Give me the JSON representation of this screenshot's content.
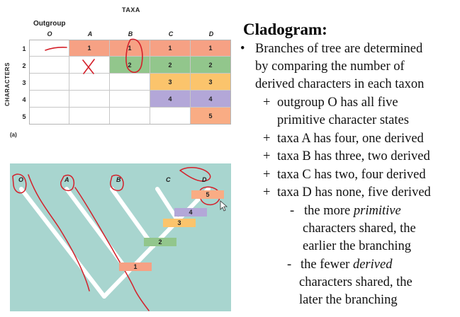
{
  "table": {
    "taxa_title": "TAXA",
    "outgroup_label": "Outgroup",
    "characters_label": "CHARACTERS",
    "columns": [
      "O",
      "A",
      "B",
      "C",
      "D"
    ],
    "rows": [
      "1",
      "2",
      "3",
      "4",
      "5"
    ],
    "cells": [
      [
        "",
        "1",
        "1",
        "1",
        "1"
      ],
      [
        "",
        "",
        "2",
        "2",
        "2"
      ],
      [
        "",
        "",
        "",
        "3",
        "3"
      ],
      [
        "",
        "",
        "",
        "4",
        "4"
      ],
      [
        "",
        "",
        "",
        "",
        "5"
      ]
    ],
    "fig_label": "(a)"
  },
  "cladogram": {
    "taxa": [
      "O",
      "A",
      "B",
      "C",
      "D"
    ],
    "markers": [
      "1",
      "2",
      "3",
      "4",
      "5"
    ]
  },
  "colors": {
    "char1": "#f6a184",
    "char2": "#92c68c",
    "char3": "#fbc46c",
    "char4": "#b3a7d8",
    "char5": "#f9ac84",
    "panel_bg": "#a8d5cf",
    "annotation_red": "#d4202a"
  },
  "slide": {
    "title": "Cladogram:",
    "bullet_symbol": "•",
    "bullet_lines": [
      "Branches of tree are determined",
      "by comparing the number of",
      "derived characters in each taxon"
    ],
    "plus_symbol": "+",
    "plus_items": [
      {
        "line1": "outgroup O has all five",
        "line2": "primitive character states"
      },
      {
        "line1": "taxa A has four, one derived"
      },
      {
        "line1": "taxa B has three, two derived"
      },
      {
        "line1": "taxa C has two, four derived"
      },
      {
        "line1": "taxa D has none, five derived"
      }
    ],
    "dash_symbol": "-",
    "dash_items": [
      {
        "pre": "the more ",
        "em": "primitive",
        "post": "",
        "line2": "characters shared, the",
        "line3": "earlier the branching"
      },
      {
        "pre": "the fewer ",
        "em": "derived",
        "post": "",
        "line2": "characters shared, the",
        "line3": "later the branching"
      }
    ]
  }
}
